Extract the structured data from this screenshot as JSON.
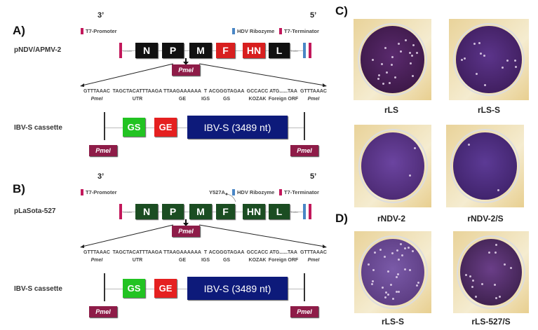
{
  "panels": [
    {
      "label": "A)",
      "end3": "3’",
      "end5": "5’",
      "construct": "pNDV/APMV-2",
      "legend": {
        "t7_promoter": "T7-Promoter",
        "hdv_ribozyme": "HDV Ribozyme",
        "t7_terminator": "T7-Terminator"
      },
      "leader": "Leader",
      "trailer": "Trailer",
      "mutation": "",
      "genes": [
        {
          "name": "N",
          "color": "#111111"
        },
        {
          "name": "P",
          "color": "#111111"
        },
        {
          "name": "M",
          "color": "#111111"
        },
        {
          "name": "F",
          "color": "#d81f1f"
        },
        {
          "name": "HN",
          "color": "#d81f1f"
        },
        {
          "name": "L",
          "color": "#111111"
        }
      ],
      "site": "PmeI",
      "sequence": [
        {
          "seq": "GTTTAAAC",
          "label": "PmeI"
        },
        {
          "seq": "TAGCTACATTTAAGA",
          "label": "UTR"
        },
        {
          "seq": "TTAAGAAAAAA",
          "label": "GE"
        },
        {
          "seq": "T",
          "label": "IGS"
        },
        {
          "seq": "ACGGGTAGAA",
          "label": "GS"
        },
        {
          "seq": "GCCACC",
          "label": "KOZAK"
        },
        {
          "seq": "ATG......TAA",
          "label": "Foreign ORF"
        },
        {
          "seq": "GTTTAAAC",
          "label": "PmeI"
        }
      ],
      "cassette": {
        "name": "IBV-S cassette",
        "gs": "GS",
        "ge": "GE",
        "insert": "IBV-S (3489 nt)"
      }
    },
    {
      "label": "B)",
      "end3": "3’",
      "end5": "5’",
      "construct": "pLaSota-527",
      "legend": {
        "t7_promoter": "T7-Promoter",
        "hdv_ribozyme": "HDV Ribozyme",
        "t7_terminator": "T7-Terminator"
      },
      "leader": "Leader",
      "trailer": "Trailer",
      "mutation": "Y527A",
      "genes": [
        {
          "name": "N",
          "color": "#1b4d22"
        },
        {
          "name": "P",
          "color": "#1b4d22"
        },
        {
          "name": "M",
          "color": "#1b4d22"
        },
        {
          "name": "F",
          "color": "#1b4d22"
        },
        {
          "name": "HN",
          "color": "#1b4d22"
        },
        {
          "name": "L",
          "color": "#1b4d22"
        }
      ],
      "site": "PmeI",
      "sequence": [
        {
          "seq": "GTTTAAAC",
          "label": "PmeI"
        },
        {
          "seq": "TAGCTACATTTAAGA",
          "label": "UTR"
        },
        {
          "seq": "TTAAGAAAAAA",
          "label": "GE"
        },
        {
          "seq": "T",
          "label": "IGS"
        },
        {
          "seq": "ACGGGTAGAA",
          "label": "GS"
        },
        {
          "seq": "GCCACC",
          "label": "KOZAK"
        },
        {
          "seq": "ATG......TAA",
          "label": "Foreign ORF"
        },
        {
          "seq": "GTTTAAAC",
          "label": "PmeI"
        }
      ],
      "cassette": {
        "name": "IBV-S cassette",
        "gs": "GS",
        "ge": "GE",
        "insert": "IBV-S (3489 nt)"
      }
    }
  ],
  "colors": {
    "t7": "#c2185b",
    "hdv": "#4a86c5",
    "pmei": "#8e1c48",
    "gs": "#22c322",
    "ge": "#e52020",
    "insert": "#0d1a7a"
  },
  "plaques": {
    "panel_c_label": "C)",
    "panel_d_label": "D)",
    "plates": [
      {
        "label": "rLS"
      },
      {
        "label": "rLS-S"
      },
      {
        "label": "rNDV-2"
      },
      {
        "label": "rNDV-2/S"
      },
      {
        "label": "rLS-S"
      },
      {
        "label": "rLS-527/S"
      }
    ]
  }
}
